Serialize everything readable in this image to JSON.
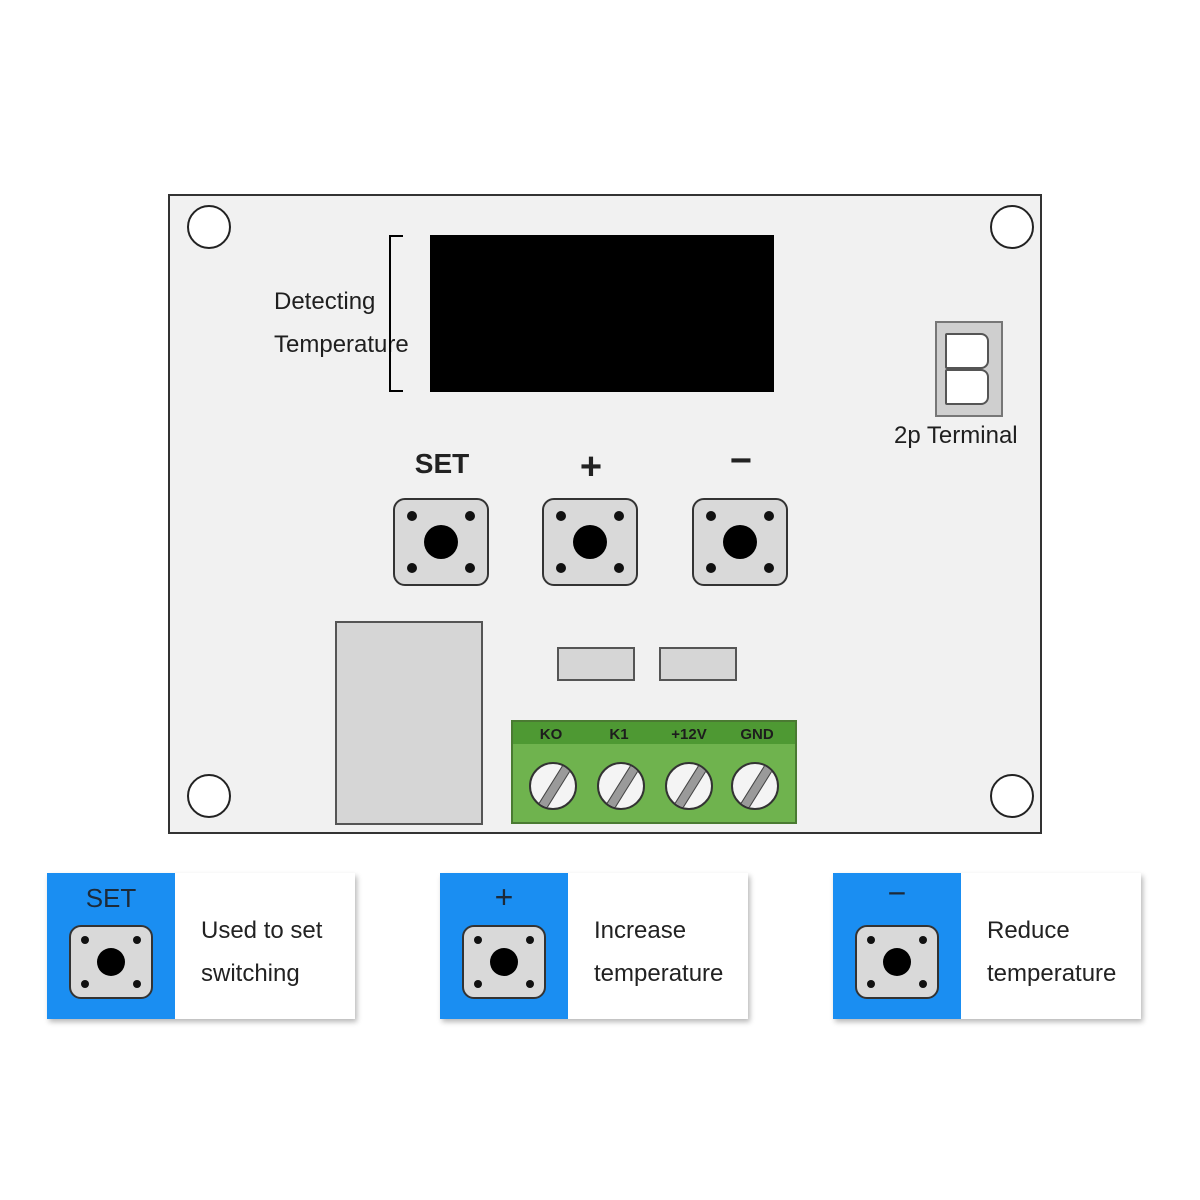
{
  "board": {
    "display_label_line1": "Detecting",
    "display_label_line2": "Temperature",
    "terminal_label": "2p Terminal",
    "buttons": [
      {
        "label": "SET"
      },
      {
        "label": "+"
      },
      {
        "label": "−"
      }
    ],
    "screw_terminal": {
      "pins": [
        "KO",
        "K1",
        "+12V",
        "GND"
      ],
      "color": "#6fb34e"
    }
  },
  "legend": {
    "accent_color": "#1a8ef2",
    "cards": [
      {
        "glyph": "SET",
        "line1": "Used to set",
        "line2": "switching"
      },
      {
        "glyph": "+",
        "line1": "Increase",
        "line2": "temperature"
      },
      {
        "glyph": "−",
        "line1": "Reduce",
        "line2": "temperature"
      }
    ]
  }
}
